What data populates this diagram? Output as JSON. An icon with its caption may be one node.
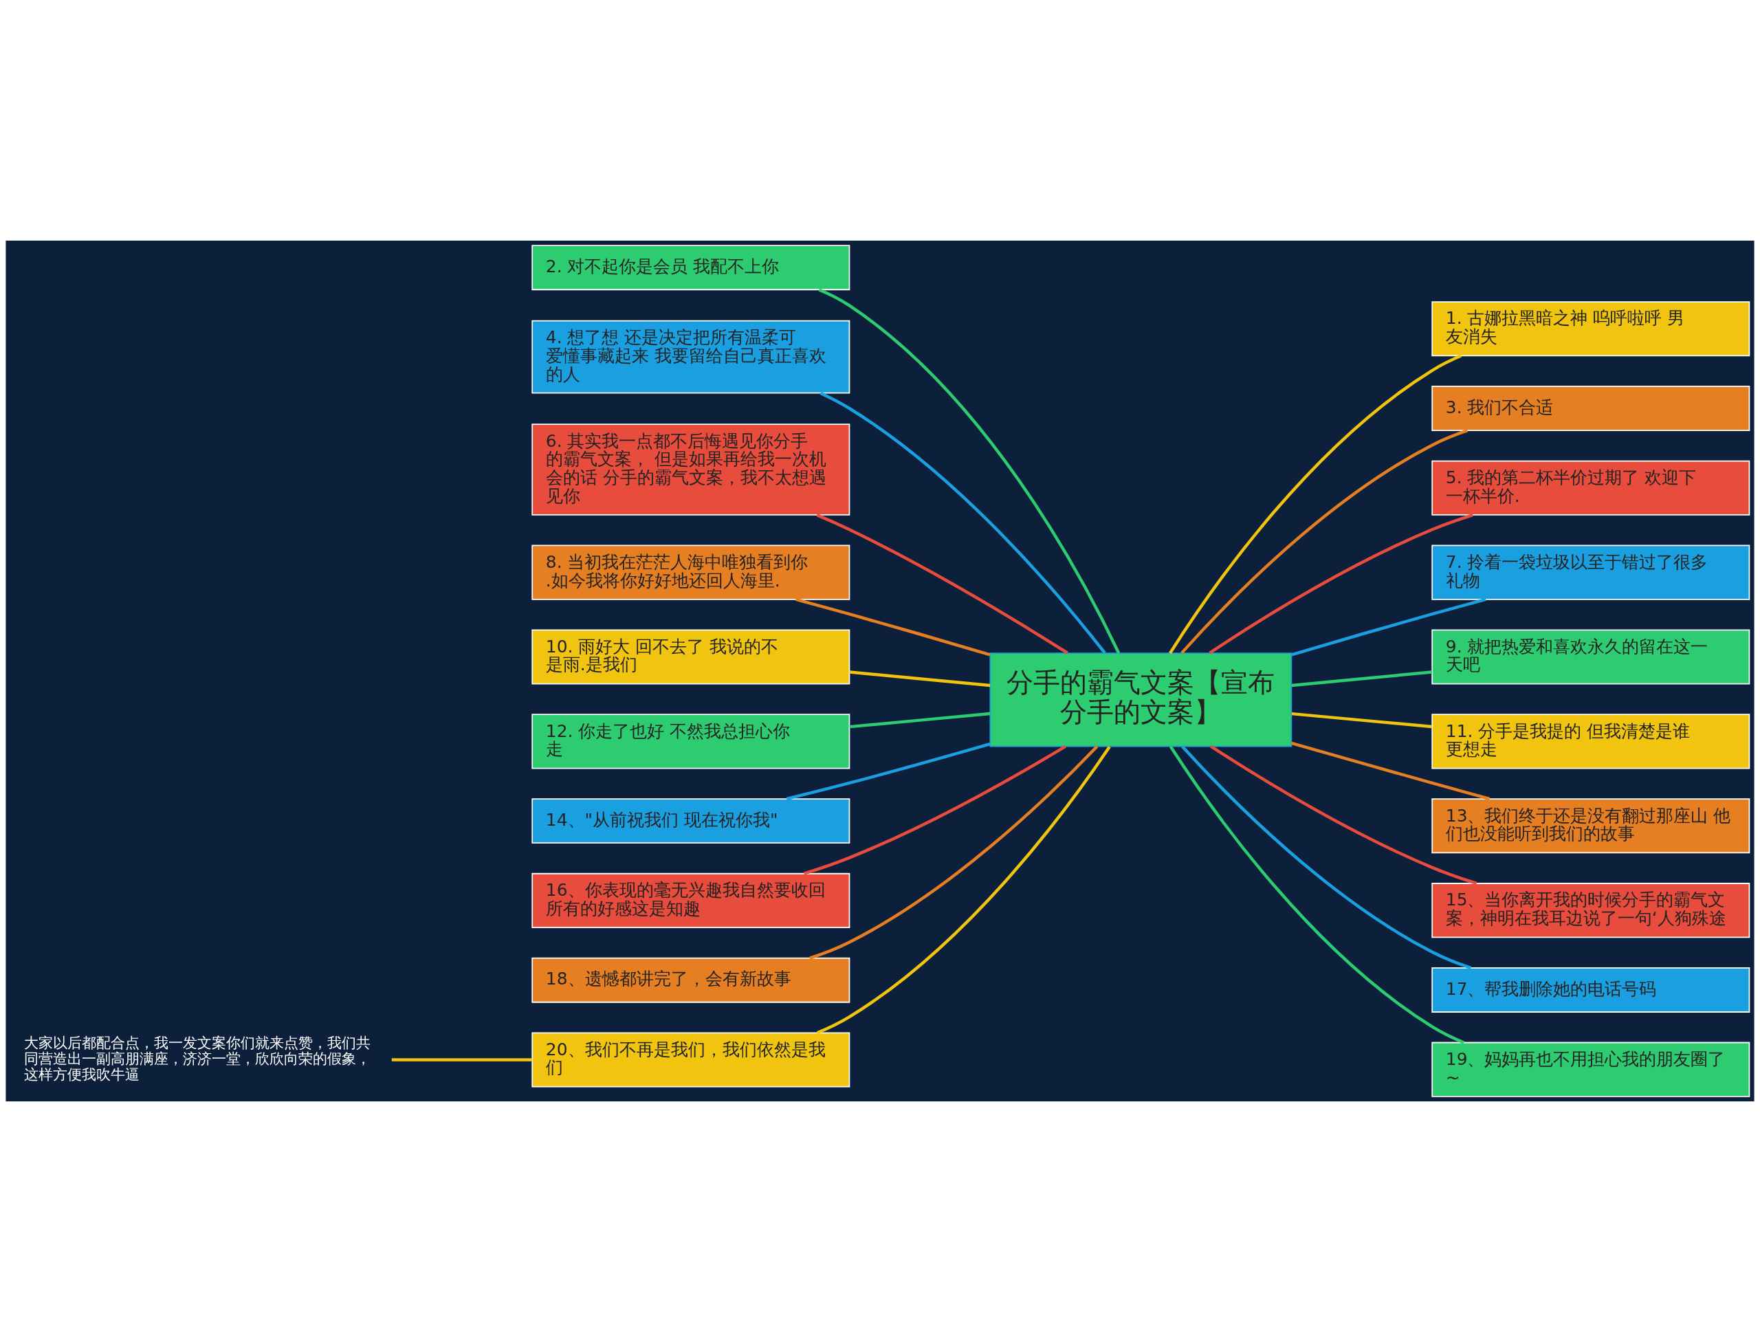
{
  "diagram": {
    "nodes": [
      {
        "text": [
          "分手的霸气文案【宣布分手的文案】"
        ]
      },
      {
        "text": [
          "1. 古娜拉黑暗之神 呜呼啦呼 男友消失"
        ]
      },
      {
        "text": [
          "2. 对不起你是会员 我配不上你"
        ]
      },
      {
        "text": [
          "3. 我们不合适"
        ]
      },
      {
        "text": [
          "4. 想了想 还是决定把所有温柔可爱懂事藏起来 我要留给自己真正喜欢的人"
        ]
      },
      {
        "text": [
          "5. 我的第二杯半价过期了 欢迎下一杯半价."
        ]
      },
      {
        "text": [
          "6. 其实我一点都不后悔遇见你分手的霸气文案， 但是如果再给我一次机会的话 分手的霸气文案，我不太想遇见你"
        ]
      },
      {
        "text": [
          "7. 拎着一袋垃圾以至于错过了很多礼物"
        ]
      },
      {
        "text": [
          "8. 当初我在茫茫人海中唯独看到你.如今我将你好好地还回人海里."
        ]
      },
      {
        "text": [
          "9. 就把热爱和喜欢永久的留在这一天吧"
        ]
      },
      {
        "text": [
          "10. 雨好大 回不去了 我说的不是雨.是我们"
        ]
      },
      {
        "text": [
          "11. 分手是我提的 但我清楚是谁更想走"
        ]
      },
      {
        "text": [
          "12. 你走了也好 不然我总担心你走"
        ]
      },
      {
        "text": [
          "13、我们终于还是没有翻过那座山 他们也没能听到我们的故事"
        ]
      },
      {
        "text": [
          "14、\"从前祝我们 现在祝你我\""
        ]
      },
      {
        "text": [
          "15、当你离开我的时候分手的霸气文案，神明在我耳边说了一句‘人狗殊途"
        ]
      },
      {
        "text": [
          "16、你表现的毫无兴趣我自然要收回所有的好感这是知趣"
        ]
      },
      {
        "text": [
          "17、帮我删除她的电话号码"
        ]
      },
      {
        "text": [
          "18、遗憾都讲完了，会有新故事"
        ]
      },
      {
        "text": [
          "19、妈妈再也不用担心我的朋友圈了~"
        ]
      },
      {
        "text": [
          "20、我们不再是我们，我们依然是我们"
        ]
      },
      {
        "text": [
          "大家以后都配合点，我一发文案你们就来点赞，我们共同营造出一副高朋满座，济济一堂，欣欣向荣的假象，这样方便我吹牛逼"
        ]
      }
    ],
    "edges": [
      {
        "from": 0,
        "to": 1,
        "arrow": "none",
        "color": "#f1c40f"
      },
      {
        "from": 0,
        "to": 2,
        "arrow": "none",
        "color": "#2ecc71"
      },
      {
        "from": 0,
        "to": 3,
        "arrow": "none",
        "color": "#e67e22"
      },
      {
        "from": 0,
        "to": 4,
        "arrow": "none",
        "color": "#1a9fe0"
      },
      {
        "from": 0,
        "to": 5,
        "arrow": "none",
        "color": "#e74c3c"
      },
      {
        "from": 0,
        "to": 6,
        "arrow": "none",
        "color": "#e74c3c"
      },
      {
        "from": 0,
        "to": 7,
        "arrow": "none",
        "color": "#1a9fe0"
      },
      {
        "from": 0,
        "to": 8,
        "arrow": "none",
        "color": "#e67e22"
      },
      {
        "from": 0,
        "to": 9,
        "arrow": "none",
        "color": "#2ecc71"
      },
      {
        "from": 0,
        "to": 10,
        "arrow": "none",
        "color": "#f1c40f"
      },
      {
        "from": 0,
        "to": 11,
        "arrow": "none",
        "color": "#f1c40f"
      },
      {
        "from": 0,
        "to": 12,
        "arrow": "none",
        "color": "#2ecc71"
      },
      {
        "from": 0,
        "to": 13,
        "arrow": "none",
        "color": "#e67e22"
      },
      {
        "from": 0,
        "to": 14,
        "arrow": "none",
        "color": "#1a9fe0"
      },
      {
        "from": 0,
        "to": 15,
        "arrow": "none",
        "color": "#e74c3c"
      },
      {
        "from": 0,
        "to": 16,
        "arrow": "none",
        "color": "#e74c3c"
      },
      {
        "from": 0,
        "to": 17,
        "arrow": "none",
        "color": "#1a9fe0"
      },
      {
        "from": 0,
        "to": 18,
        "arrow": "none",
        "color": "#e67e22"
      },
      {
        "from": 0,
        "to": 19,
        "arrow": "none",
        "color": "#2ecc71"
      },
      {
        "from": 0,
        "to": 20,
        "arrow": "none",
        "color": "#f1c40f"
      },
      {
        "from": 20,
        "to": 21,
        "arrow": "none",
        "color": "#f1c40f"
      }
    ]
  }
}
